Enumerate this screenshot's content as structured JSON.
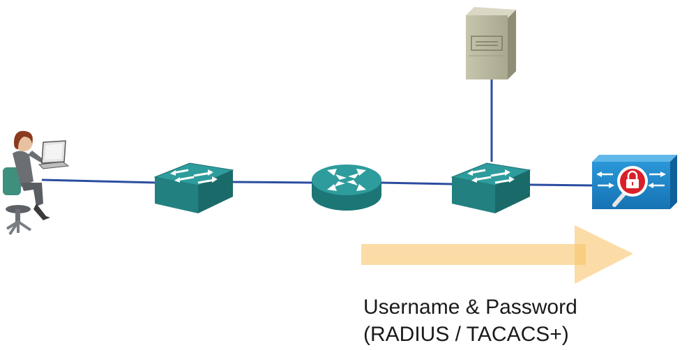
{
  "diagram": {
    "caption": {
      "line1": "Username & Password",
      "line2": "(RADIUS / TACACS+)"
    },
    "nodes": [
      {
        "id": "user",
        "kind": "user-workstation"
      },
      {
        "id": "switch1",
        "kind": "switch"
      },
      {
        "id": "router",
        "kind": "router"
      },
      {
        "id": "switch2",
        "kind": "switch"
      },
      {
        "id": "server",
        "kind": "aaa-server"
      },
      {
        "id": "firewall",
        "kind": "security-appliance"
      }
    ],
    "links": [
      {
        "from": "user",
        "to": "switch1"
      },
      {
        "from": "switch1",
        "to": "router"
      },
      {
        "from": "router",
        "to": "switch2"
      },
      {
        "from": "switch2",
        "to": "firewall"
      },
      {
        "from": "switch2",
        "to": "server"
      }
    ],
    "colors": {
      "link": "#2b4da0",
      "device_top": "#2e9c9c",
      "device_side": "#1c6f6f",
      "device_dark": "#155a5a",
      "appliance": "#1b86c9",
      "server": "#b9b79f",
      "arrow": "#f9c56b"
    }
  }
}
